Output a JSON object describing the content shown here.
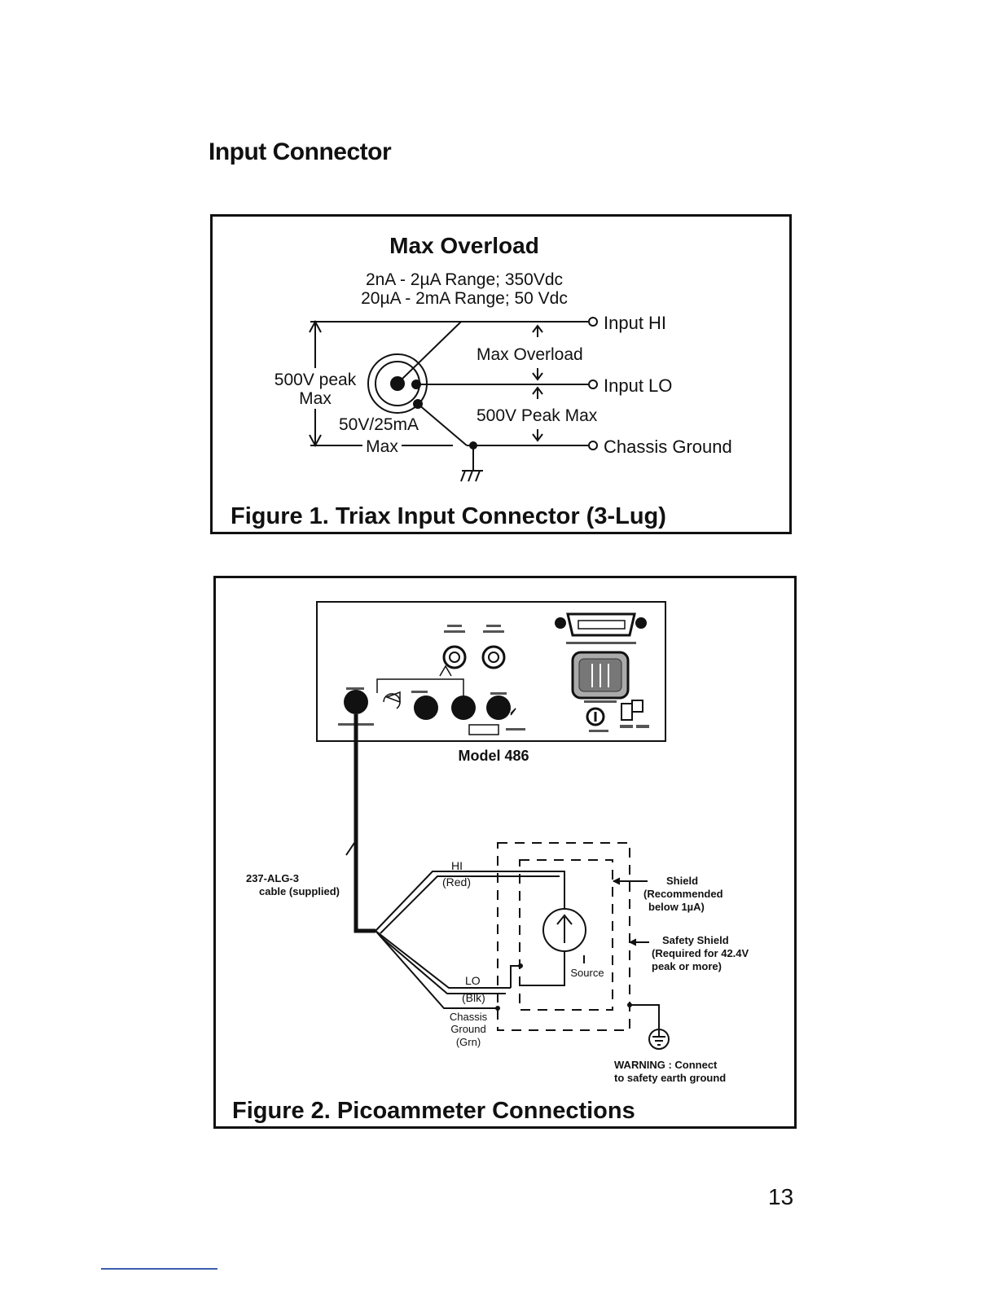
{
  "page": {
    "section_title": "Input Connector",
    "page_number": "13"
  },
  "figure1": {
    "heading": "Max Overload",
    "range1": "2nA - 2µA Range; 350Vdc",
    "range2": "20µA - 2mA Range; 50 Vdc",
    "input_hi": "Input HI",
    "input_lo": "Input LO",
    "chassis_ground": "Chassis Ground",
    "max_overload": "Max Overload",
    "peak_max": "500V Peak Max",
    "left_label_1": "500V peak",
    "left_label_2": "Max",
    "lug_label_1": "50V/25mA",
    "lug_label_2": "Max",
    "caption": "Figure 1. Triax Input Connector (3-Lug)"
  },
  "figure2": {
    "model_label": "Model 486",
    "cable_label_1": "237-ALG-3",
    "cable_label_2": "cable (supplied)",
    "hi_label": "HI",
    "hi_color": "(Red)",
    "lo_label": "LO",
    "lo_color": "(Blk)",
    "chassis_1": "Chassis",
    "chassis_2": "Ground",
    "chassis_3": "(Grn)",
    "source_label": "Source",
    "shield_1": "Shield",
    "shield_2": "(Recommended",
    "shield_3": "below 1µA)",
    "safety_1": "Safety Shield",
    "safety_2": "(Required for 42.4V",
    "safety_3": "peak or more)",
    "warning_1": "WARNING : Connect",
    "warning_2": "to safety earth ground",
    "caption": "Figure 2. Picoammeter Connections"
  }
}
